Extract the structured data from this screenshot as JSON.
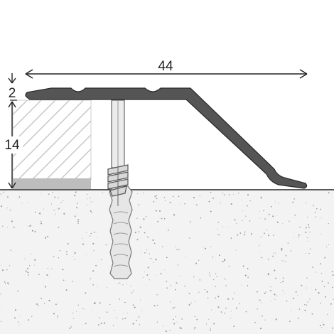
{
  "dimensions": {
    "width_label": "44",
    "top_thickness_label": "2",
    "height_label": "14"
  },
  "colors": {
    "profile": "#555555",
    "profile_outline": "#2a2a2a",
    "concrete": "#f2f2f2",
    "concrete_speckle": "#9a9a9a",
    "hatch": "#c8c8c8",
    "floor_strip": "#bdbdbd",
    "anchor": "#e6e6e6",
    "anchor_outline": "#777777",
    "screw": "#dddddd",
    "line": "#222222"
  }
}
